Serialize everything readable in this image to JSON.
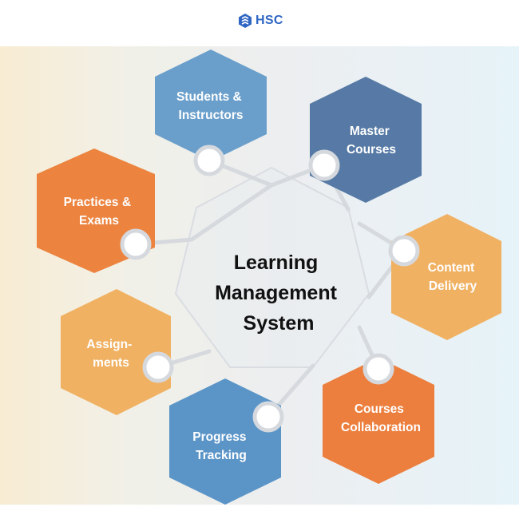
{
  "brand": {
    "name": "HSC",
    "color": "#2f66c3"
  },
  "center": {
    "lines": [
      "Learning",
      "Management",
      "System"
    ]
  },
  "nodes": [
    {
      "id": "students-instructors",
      "lines": [
        "Students &",
        "Instructors"
      ],
      "color": "#6a9fcb"
    },
    {
      "id": "master-courses",
      "lines": [
        "Master",
        "Courses"
      ],
      "color": "#567aa5"
    },
    {
      "id": "content-delivery",
      "lines": [
        "Content",
        "Delivery"
      ],
      "color": "#f0b162"
    },
    {
      "id": "courses-collaboration",
      "lines": [
        "Courses",
        "Collaboration"
      ],
      "color": "#ec7f3e"
    },
    {
      "id": "progress-tracking",
      "lines": [
        "Progress",
        "Tracking"
      ],
      "color": "#5b95c8"
    },
    {
      "id": "assignments",
      "lines": [
        "Assign-",
        "ments"
      ],
      "color": "#f0b162"
    },
    {
      "id": "practices-exams",
      "lines": [
        "Practices &",
        "Exams"
      ],
      "color": "#ec843f"
    }
  ]
}
